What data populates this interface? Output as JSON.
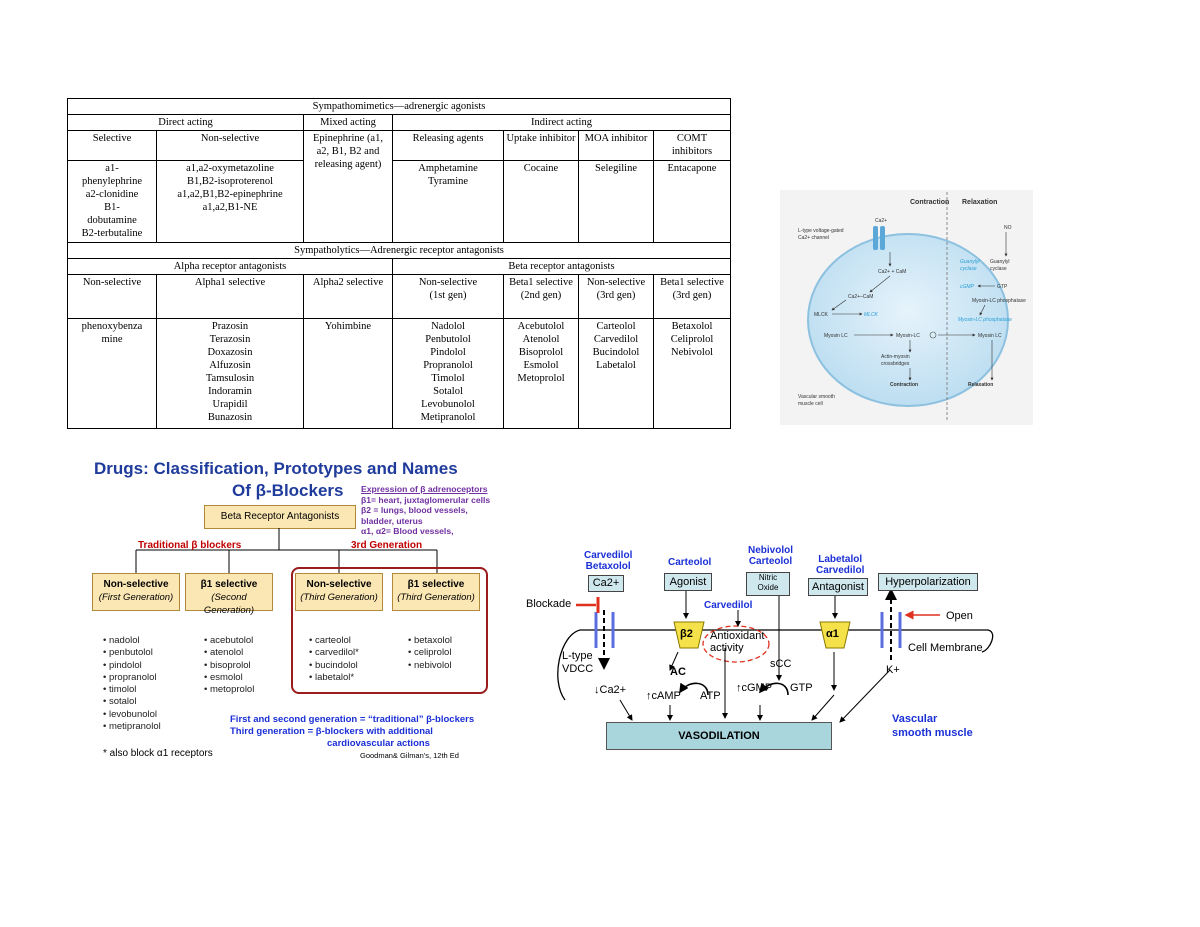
{
  "table": {
    "sympathomimetics_title": "Sympathomimetics—adrenergic agonists",
    "direct_acting": "Direct acting",
    "mixed_acting": "Mixed acting",
    "indirect_acting": "Indirect acting",
    "selective": "Selective",
    "non_selective": "Non-selective",
    "mixed_content": "Epinephrine (a1, a2, B1, B2 and releasing agent)",
    "releasing_agents": "Releasing agents",
    "uptake_inhibitor": "Uptake inhibitor",
    "moa_inhibitor": "MOA inhibitor",
    "comt_inhibitors": "COMT inhibitors",
    "selective_drugs": [
      "a1-",
      "phenylephrine",
      "a2-clonidine",
      "B1-",
      "dobutamine",
      "B2-terbutaline"
    ],
    "nonselective_drugs": [
      "a1,a2-oxymetazoline",
      "B1,B2-isoproterenol",
      "a1,a2,B1,B2-epinephrine",
      "a1,a2,B1-NE"
    ],
    "releasing_drugs": [
      "Amphetamine",
      "Tyramine"
    ],
    "uptake_drug": "Cocaine",
    "moa_drug": "Selegiline",
    "comt_drug": "Entacapone",
    "sympatholytics_title": "Sympatholytics—Adrenergic receptor antagonists",
    "alpha_antagonists": "Alpha receptor antagonists",
    "beta_antagonists": "Beta receptor antagonists",
    "alpha_nonselective": "Non-selective",
    "alpha1_selective": "Alpha1 selective",
    "alpha2_selective": "Alpha2 selective",
    "beta_nonselective": "Non-selective",
    "beta_nonselective_gen": "(1st gen)",
    "beta1_selective_2": "Beta1 selective",
    "beta1_selective_2_gen": "(2nd gen)",
    "beta_nonselective_3": "Non-selective",
    "beta_nonselective_3_gen": "(3rd gen)",
    "beta1_selective_3": "Beta1 selective",
    "beta1_selective_3_gen": "(3rd gen)",
    "alpha_nonsel_drugs": [
      "phenoxybenza",
      "mine"
    ],
    "alpha1_drugs": [
      "Prazosin",
      "Terazosin",
      "Doxazosin",
      "Alfuzosin",
      "Tamsulosin",
      "Indoramin",
      "Urapidil",
      "Bunazosin"
    ],
    "alpha2_drugs": [
      "Yohimbine"
    ],
    "beta_nonsel_drugs": [
      "Nadolol",
      "Penbutolol",
      "Pindolol",
      "Propranolol",
      "Timolol",
      "Sotalol",
      "Levobunolol",
      "Metipranolol"
    ],
    "beta1_2nd_drugs": [
      "Acebutolol",
      "Atenolol",
      "Bisoprolol",
      "Esmolol",
      "Metoprolol"
    ],
    "beta_nonsel_3rd_drugs": [
      "Carteolol",
      "Carvedilol",
      "Bucindolol",
      "Labetalol"
    ],
    "beta1_3rd_drugs": [
      "Betaxolol",
      "Celiprolol",
      "Nebivolol"
    ]
  },
  "smooth_muscle": {
    "contraction_title": "Contraction",
    "relaxation_title": "Relaxation",
    "ca": "Ca2+",
    "ltype": "L-type voltage-gated",
    "ltype2": "Ca2+ channel",
    "ca_cam": "Ca2+ + CaM",
    "ca_cam2": "Ca2+–CaM",
    "mlck": "MLCK",
    "mlck_active": "MLCK",
    "myosin_lc": "Myosin LC",
    "myosin_lc_p": "Myosin-LC",
    "actin1": "Actin-myosin",
    "actin2": "crossbridges",
    "contraction_label": "Contraction",
    "no": "NO",
    "guanylyl1": "Guanylyl",
    "guanylyl2": "cyclase",
    "guanylyl_active1": "Guanylyl",
    "guanylyl_active2": "cyclase",
    "cgmp": "cGMP",
    "gtp": "GTP",
    "mlc_phosphatase": "Myosin-LC phosphatase",
    "mlc_phosphatase_active": "Myosin-LC phosphatase",
    "myosin_lc_right": "Myosin LC",
    "relaxation_label": "Relaxation",
    "cell1": "Vascular smooth",
    "cell2": "muscle cell"
  },
  "beta_blockers": {
    "title1": "Drugs: Classification, Prototypes and Names",
    "title2_pre": "Of ",
    "title2_beta": "β",
    "title2_post": "-Blockers",
    "expression_title": "Expression of β adrenoceptors",
    "expr_b1": "β1= heart, juxtaglomerular cells",
    "expr_b2": "β2 = lungs, blood vessels,",
    "expr_b2b": "bladder, uterus",
    "expr_a": "α1, α2= Blood vessels,",
    "root": "Beta Receptor Antagonists",
    "traditional": "Traditional β blockers",
    "third_gen": "3rd Generation",
    "box1_title": "Non-selective",
    "box1_sub": "(First Generation)",
    "box2_title": "β1 selective",
    "box2_sub": "(Second Generation)",
    "box3_title": "Non-selective",
    "box3_sub": "(Third Generation)",
    "box4_title": "β1 selective",
    "box4_sub": "(Third Generation)",
    "list1": [
      "• nadolol",
      "• penbutolol",
      "• pindolol",
      "• propranolol",
      "• timolol",
      "• sotalol",
      "• levobunolol",
      "• metipranolol"
    ],
    "list2": [
      "• acebutolol",
      "• atenolol",
      "• bisoprolol",
      "• esmolol",
      "• metoprolol"
    ],
    "list3": [
      "• carteolol",
      "• carvedilol*",
      "• bucindolol",
      "• labetalol*"
    ],
    "list4": [
      "• betaxolol",
      "• celiprolol",
      "• nebivolol"
    ],
    "note1": "First and second generation = “traditional” β-blockers",
    "note2": "Third generation =  β-blockers with additional",
    "note3": "cardiovascular actions",
    "footnote": "* also block α1 receptors",
    "citation": "Goodman& Gilman's, 12th Ed"
  },
  "vasodilation": {
    "carvedilol_betaxolol1": "Carvedilol",
    "carvedilol_betaxolol2": "Betaxolol",
    "carteolol": "Carteolol",
    "nebivolol": "Nebivolol",
    "carteolol2": "Carteolol",
    "labetalol": "Labetalol",
    "carvedilol3": "Carvedilol",
    "ca_box": "Ca2+",
    "agonist": "Agonist",
    "nitric1": "Nitric",
    "nitric2": "Oxide",
    "antagonist": "Antagonist",
    "hyperpol": "Hyperpolarization",
    "blockade": "Blockade",
    "carvedilol_mid": "Carvedilol",
    "beta2": "β2",
    "antioxidant1": "Antioxidant",
    "antioxidant2": "activity",
    "alpha1": "α1",
    "open": "Open",
    "cell_membrane": "Cell Membrane",
    "ltype1": "L-type",
    "ltype2": "VDCC",
    "ac": "AC",
    "scc": "sCC",
    "kplus": "K+",
    "ca_down": "↓Ca2+",
    "camp": "↑cAMP",
    "atp": "ATP",
    "cgmp": "↑cGMP",
    "gtp": "GTP",
    "vasodilation": "VASODILATION",
    "vsm1": "Vascular",
    "vsm2": "smooth muscle"
  }
}
